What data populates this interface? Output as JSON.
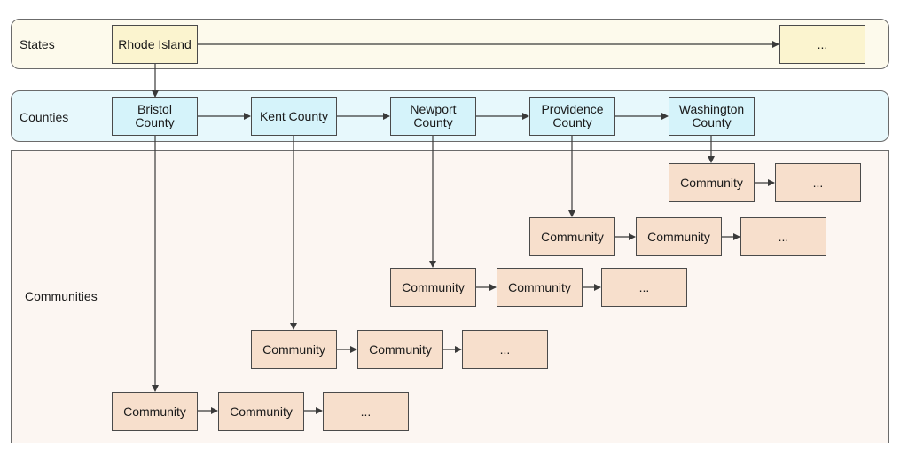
{
  "bands": {
    "states": "States",
    "counties": "Counties",
    "communities": "Communities"
  },
  "states": {
    "rhode_island": "Rhode Island",
    "more": "..."
  },
  "counties": {
    "bristol": "Bristol County",
    "kent": "Kent County",
    "newport": "Newport County",
    "providence": "Providence County",
    "washington": "Washington County"
  },
  "communities": {
    "washington": [
      "Community",
      "..."
    ],
    "providence": [
      "Community",
      "Community",
      "..."
    ],
    "newport": [
      "Community",
      "Community",
      "..."
    ],
    "kent": [
      "Community",
      "Community",
      "..."
    ],
    "bristol": [
      "Community",
      "Community",
      "..."
    ]
  },
  "colors": {
    "states_band": "#fdfaec",
    "state_node": "#fbf4cf",
    "counties_band": "#e7f8fc",
    "county_node": "#d5f3fa",
    "communities_band": "#fcf6f2",
    "community_node": "#f7dfcc",
    "edge": "#3a3a3a"
  }
}
